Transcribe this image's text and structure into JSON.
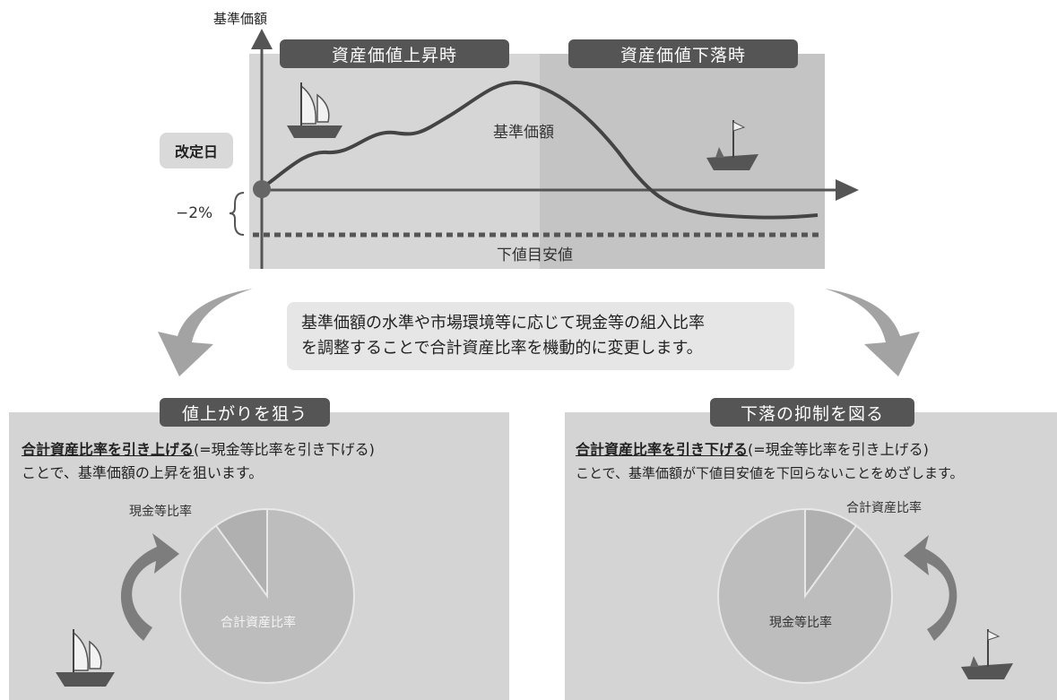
{
  "top_chart": {
    "y_axis_label": "基準価額",
    "banner_rise": "資産価値上昇時",
    "banner_fall": "資産価値下落時",
    "revision_day_label": "改定日",
    "nav_curve_label": "基準価額",
    "drop_label": "−2%",
    "floor_label": "下値目安値"
  },
  "center_note": {
    "line1": "基準価額の水準や市場環境等に応じて現金等の組入比率",
    "line2": "を調整することで合計資産比率を機動的に変更します。"
  },
  "left_panel": {
    "banner": "値上がりを狙う",
    "bold_text": "合計資産比率を引き上げる",
    "paren_text": "(=現金等比率を引き下げる)",
    "line2": "ことで、基準価額の上昇を狙います。",
    "pie_small_label": "現金等比率",
    "pie_large_label": "合計資産比率",
    "pie_small_fraction": 0.1
  },
  "right_panel": {
    "banner": "下落の抑制を図る",
    "bold_text": "合計資産比率を引き下げる",
    "paren_text": "(=現金等比率を引き上げる)",
    "line2": "ことで、基準価額が下値目安値を下回らないことをめざします。",
    "pie_small_label": "合計資産比率",
    "pie_large_label": "現金等比率",
    "pie_small_fraction": 0.1
  },
  "colors": {
    "banner": "#555555",
    "curve": "#444444",
    "rise_bg": "#d6d6d6",
    "fall_bg": "#c4c4c4",
    "arrow": "#8a8a8a"
  }
}
